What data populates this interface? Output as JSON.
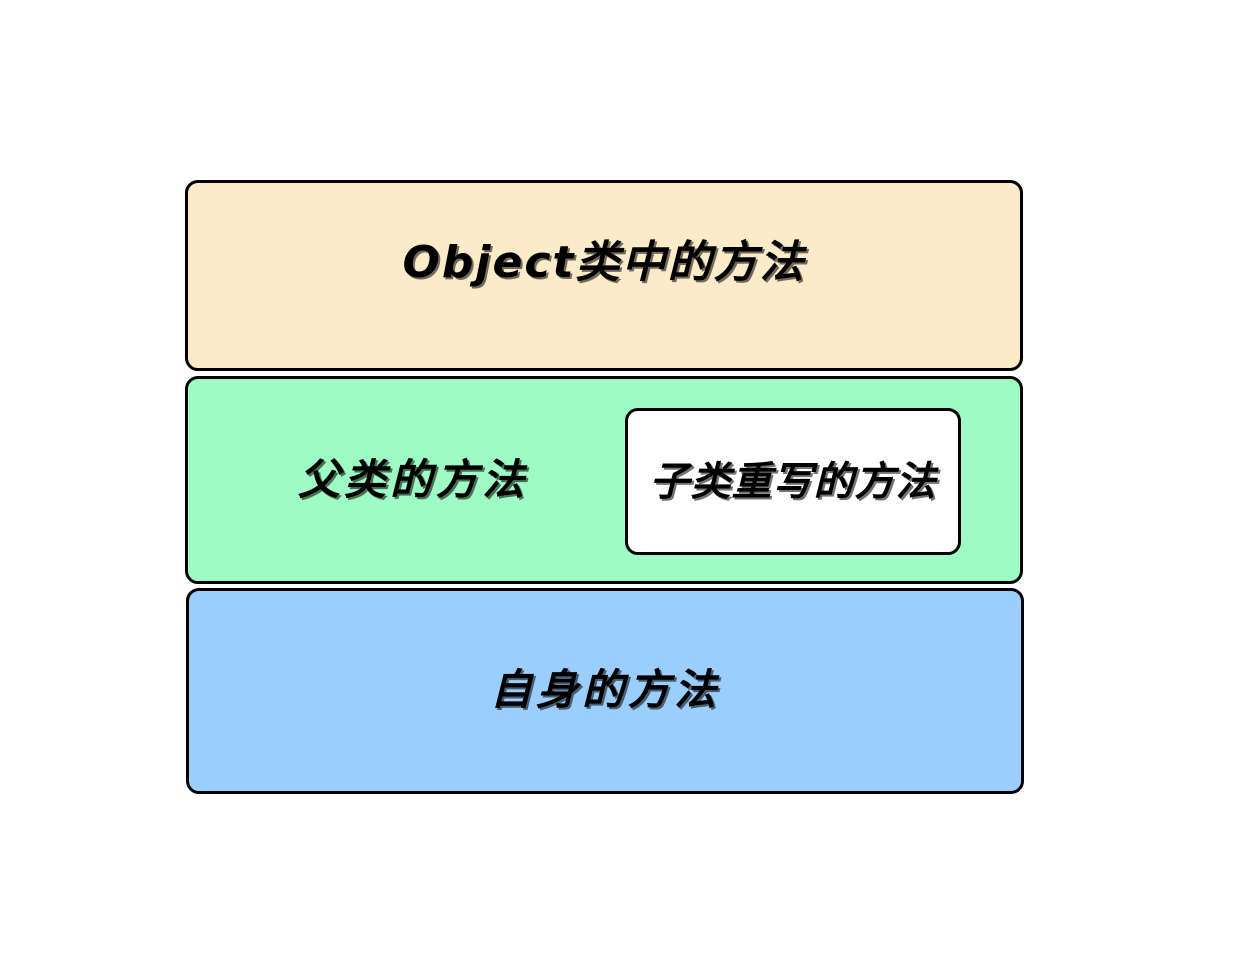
{
  "diagram": {
    "type": "layered-block-diagram",
    "title": "",
    "background_color": "#ffffff",
    "border_color": "#000000",
    "layers": [
      {
        "id": "object-class-methods",
        "label": "Object类中的方法",
        "fill_color": "#fcebc9",
        "order": 1
      },
      {
        "id": "parent-class-methods",
        "label": "父类的方法",
        "fill_color": "#9efbc4",
        "order": 2,
        "inner": {
          "id": "subclass-overridden-methods",
          "label": "子类重写的方法",
          "fill_color": "#ffffff"
        }
      },
      {
        "id": "own-methods",
        "label": "自身的方法",
        "fill_color": "#9bcefd",
        "order": 3
      }
    ]
  }
}
